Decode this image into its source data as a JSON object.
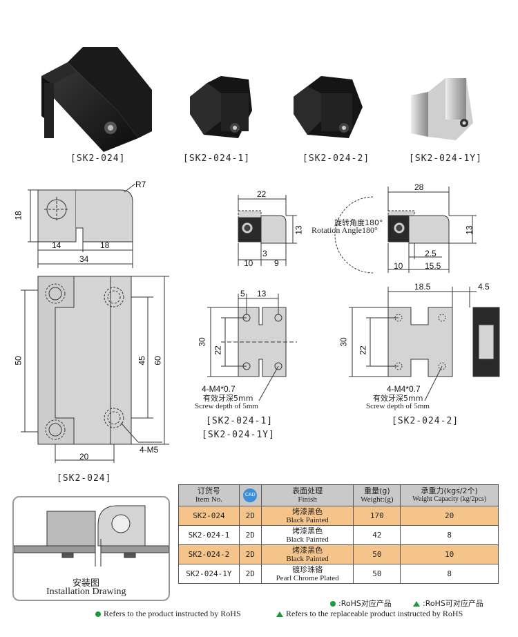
{
  "products": {
    "p1": "[SK2-024]",
    "p2": "[SK2-024-1]",
    "p3": "[SK2-024-2]",
    "p4": "[SK2-024-1Y]"
  },
  "drawing_top_left": {
    "r7": "R7",
    "d18": "18",
    "d14": "14",
    "d18b": "18",
    "d34": "34"
  },
  "drawing_top_mid": {
    "d22": "22",
    "d13": "13",
    "d10": "10",
    "d3": "3",
    "d9": "9"
  },
  "drawing_top_right": {
    "d28": "28",
    "d13": "13",
    "rot_zh": "旋转角度180°",
    "rot_en": "Rotation Angle180°",
    "d2_5": "2.5",
    "d10": "10",
    "d15_5": "15.5"
  },
  "drawing_front_left": {
    "d50": "50",
    "d45": "45",
    "d60": "60",
    "d20": "20",
    "m5": "4-M5",
    "caption": "[SK2-024]"
  },
  "drawing_front_mid": {
    "d5": "5",
    "d13": "13",
    "d30": "30",
    "d22": "22",
    "thread": "4-M4*0.7",
    "depth_zh": "有效牙深5mm",
    "depth_en": "Screw depth of 5mm",
    "caption1": "[SK2-024-1]",
    "caption2": "[SK2-024-1Y]"
  },
  "drawing_front_right": {
    "d18_5": "18.5",
    "d4_5": "4.5",
    "d30": "30",
    "d22": "22",
    "thread": "4-M4*0.7",
    "depth_zh": "有效牙深5mm",
    "depth_en": "Screw depth of 5mm",
    "caption": "[SK2-024-2]"
  },
  "install": {
    "zh": "安装图",
    "en": "Installation Drawing"
  },
  "table": {
    "headers": [
      {
        "zh": "订货号",
        "en": "Item No."
      },
      {
        "zh": "CAD",
        "en": ""
      },
      {
        "zh": "表面处理",
        "en": "Finish"
      },
      {
        "zh": "重量(g)",
        "en": "Weight:(g)"
      },
      {
        "zh": "承重力(kgs/2个)",
        "en": "Weight Capacity (kg/2pcs)"
      }
    ],
    "rows": [
      {
        "item": "SK2-024",
        "cad": "2D",
        "finish_zh": "烤漆黑色",
        "finish_en": "Black Painted",
        "weight": "170",
        "capacity": "20"
      },
      {
        "item": "SK2-024-1",
        "cad": "2D",
        "finish_zh": "烤漆黑色",
        "finish_en": "Black Painted",
        "weight": "42",
        "capacity": "8"
      },
      {
        "item": "SK2-024-2",
        "cad": "2D",
        "finish_zh": "烤漆黑色",
        "finish_en": "Black Painted",
        "weight": "50",
        "capacity": "10"
      },
      {
        "item": "SK2-024-1Y",
        "cad": "2D",
        "finish_zh": "镀珍珠铬",
        "finish_en": "Pearl Chrome Plated",
        "weight": "50",
        "capacity": "8"
      }
    ]
  },
  "legend": {
    "rohs_zh": ":RoHS对应产品",
    "rohs_repl_zh": ":RoHS可对应产品",
    "rohs_en": "Refers to the product instructed by RoHS",
    "rohs_repl_en": "Refers to the replaceable product instructed by RoHS"
  },
  "colors": {
    "highlight_row": "#f4c48a",
    "header_bg": "#c9c9c9",
    "rohs_green": "#1a9a3c",
    "part_fill": "#d4d4d4"
  }
}
